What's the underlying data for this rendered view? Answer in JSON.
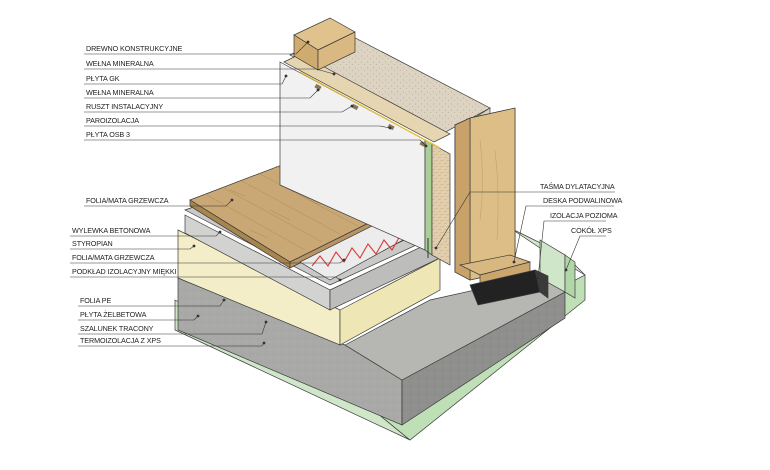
{
  "labels_left": [
    "DREWNO KONSTRUKCYJNE",
    "WEŁNA MINERALNA",
    "PŁYTA GK",
    "WEŁNA MINERALNA",
    "RUSZT INSTALACYJNY",
    "PAROIZOLACJA",
    "PŁYTA OSB 3",
    "FOLIA/MATA GRZEWCZA",
    "WYLEWKA BETONOWA",
    "STYROPIAN",
    "FOLIA/MATA GRZEWCZA",
    "PODKŁAD IZOLACYJNY MIĘKKI",
    "FOLIA PE",
    "PŁYTA ŻELBETOWA",
    "SZALUNEK TRACONY",
    "TERMOIZOLACJA Z XPS"
  ],
  "labels_right": [
    "TAŚMA DYLATACYJNA",
    "DESKA PODWALINOWA",
    "IZOLACJA POZIOMA",
    "COKÓŁ XPS"
  ]
}
